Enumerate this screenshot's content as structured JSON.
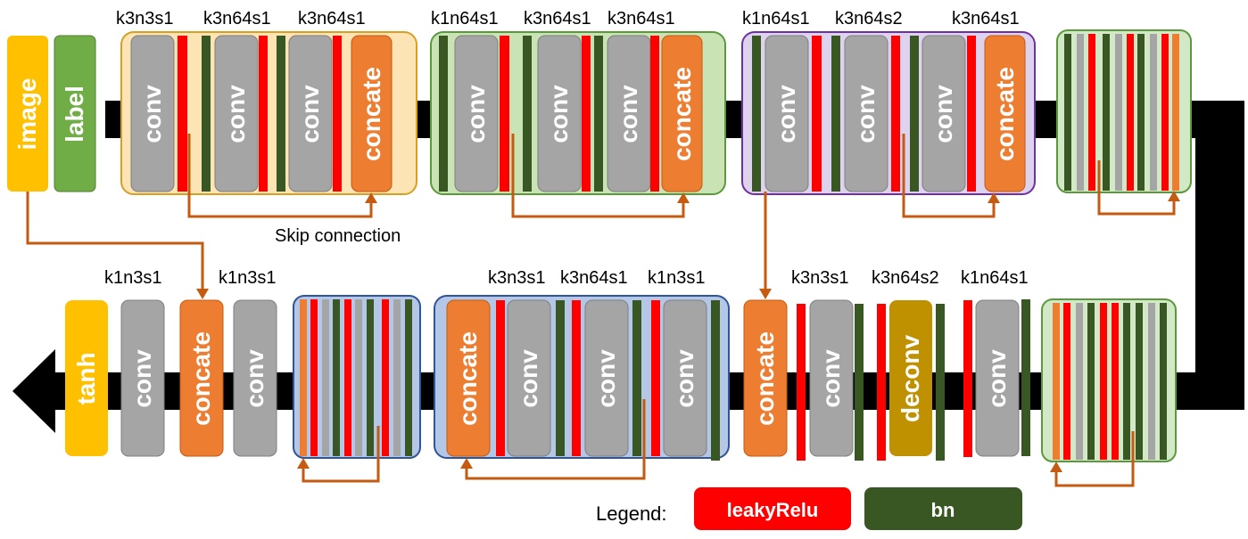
{
  "blocks": {
    "image": "image",
    "label": "label",
    "conv": "conv",
    "concate": "concate",
    "deconv": "deconv",
    "tanh": "tanh"
  },
  "kernel_labels": {
    "g1_a": "k3n3s1",
    "g1_b": "k3n64s1",
    "g1_c": "k3n64s1",
    "g2_a": "k1n64s1",
    "g2_b": "k3n64s1",
    "g2_c": "k3n64s1",
    "g3_a": "k1n64s1",
    "g3_b": "k3n64s2",
    "g3_c": "k3n64s1",
    "b_a": "k1n3s1",
    "b_b": "k1n3s1",
    "g5_a": "k3n3s1",
    "g5_b": "k3n64s1",
    "g5_c": "k1n3s1",
    "b2_a": "k3n3s1",
    "b2_b": "k3n64s2",
    "b2_c": "k1n64s1"
  },
  "skip_connection": "Skip connection",
  "legend": {
    "title": "Legend:",
    "leaky": "leakyRelu",
    "bn": "bn"
  },
  "colors": {
    "conv": "#a5a5a5",
    "concate": "#ed7d31",
    "leaky": "#ff0000",
    "bn": "#385723",
    "image": "#ffc000",
    "label": "#70ad47",
    "deconv": "#bf9000",
    "tanh": "#ffc000",
    "arrow": "#c55a11",
    "g1_fill": "#fce4b5",
    "g1_stroke": "#d6a024",
    "g2_fill": "#c9e3b5",
    "g2_stroke": "#5a9a3a",
    "g3_fill": "#ddd3ee",
    "g3_stroke": "#7030a0",
    "g4_fill": "#d3e8c6",
    "g4_stroke": "#5a9a3a",
    "g5_fill": "#b4c7e7",
    "g5_stroke": "#2f5597"
  }
}
